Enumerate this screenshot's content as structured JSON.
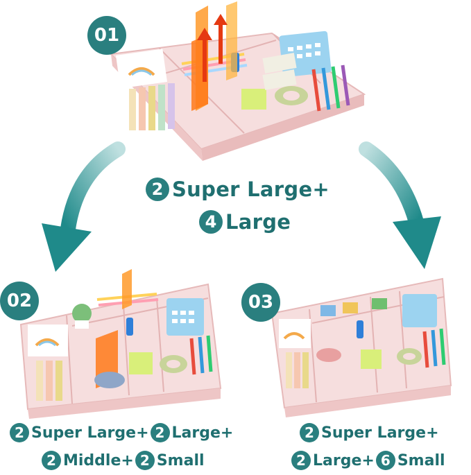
{
  "badges": {
    "one": "01",
    "two": "02",
    "three": "03"
  },
  "center_caption": {
    "line1": {
      "num": "2",
      "text": "Super Large+"
    },
    "line2": {
      "num": "4",
      "text": "Large"
    }
  },
  "left_caption": {
    "line1": {
      "num_a": "2",
      "text_a": "Super Large+",
      "num_b": "2",
      "text_b": "Large+"
    },
    "line2": {
      "num_a": "2",
      "text_a": "Middle+",
      "num_b": "2",
      "text_b": "Small"
    }
  },
  "right_caption": {
    "line1": {
      "num": "2",
      "text": "Super Large+"
    },
    "line2": {
      "num_a": "2",
      "text_a": "Large+",
      "num_b": "6",
      "text_b": "Small"
    }
  },
  "colors": {
    "teal": "#1f6f70",
    "tray": "#f3cfcf",
    "arrow": "#f25a1a"
  }
}
